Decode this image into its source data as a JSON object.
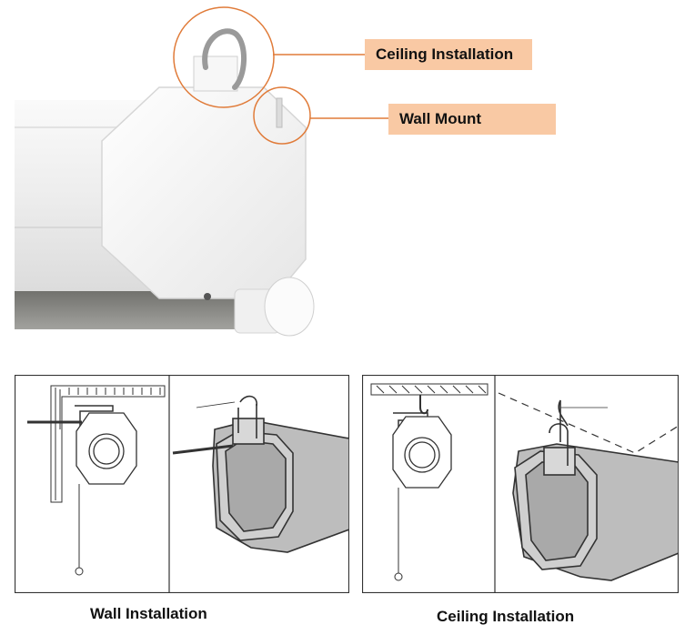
{
  "callouts": {
    "ceiling": "Ceiling Installation",
    "wall": "Wall Mount"
  },
  "captions": {
    "wall": "Wall Installation",
    "ceiling": "Ceiling Installation"
  },
  "colors": {
    "callout_bg": "#f9c9a4",
    "callout_line": "#e07b39",
    "housing_white": "#f4f4f4",
    "screen_gray": "#8a8a86",
    "diagram_fill": "#bdbdbd"
  }
}
